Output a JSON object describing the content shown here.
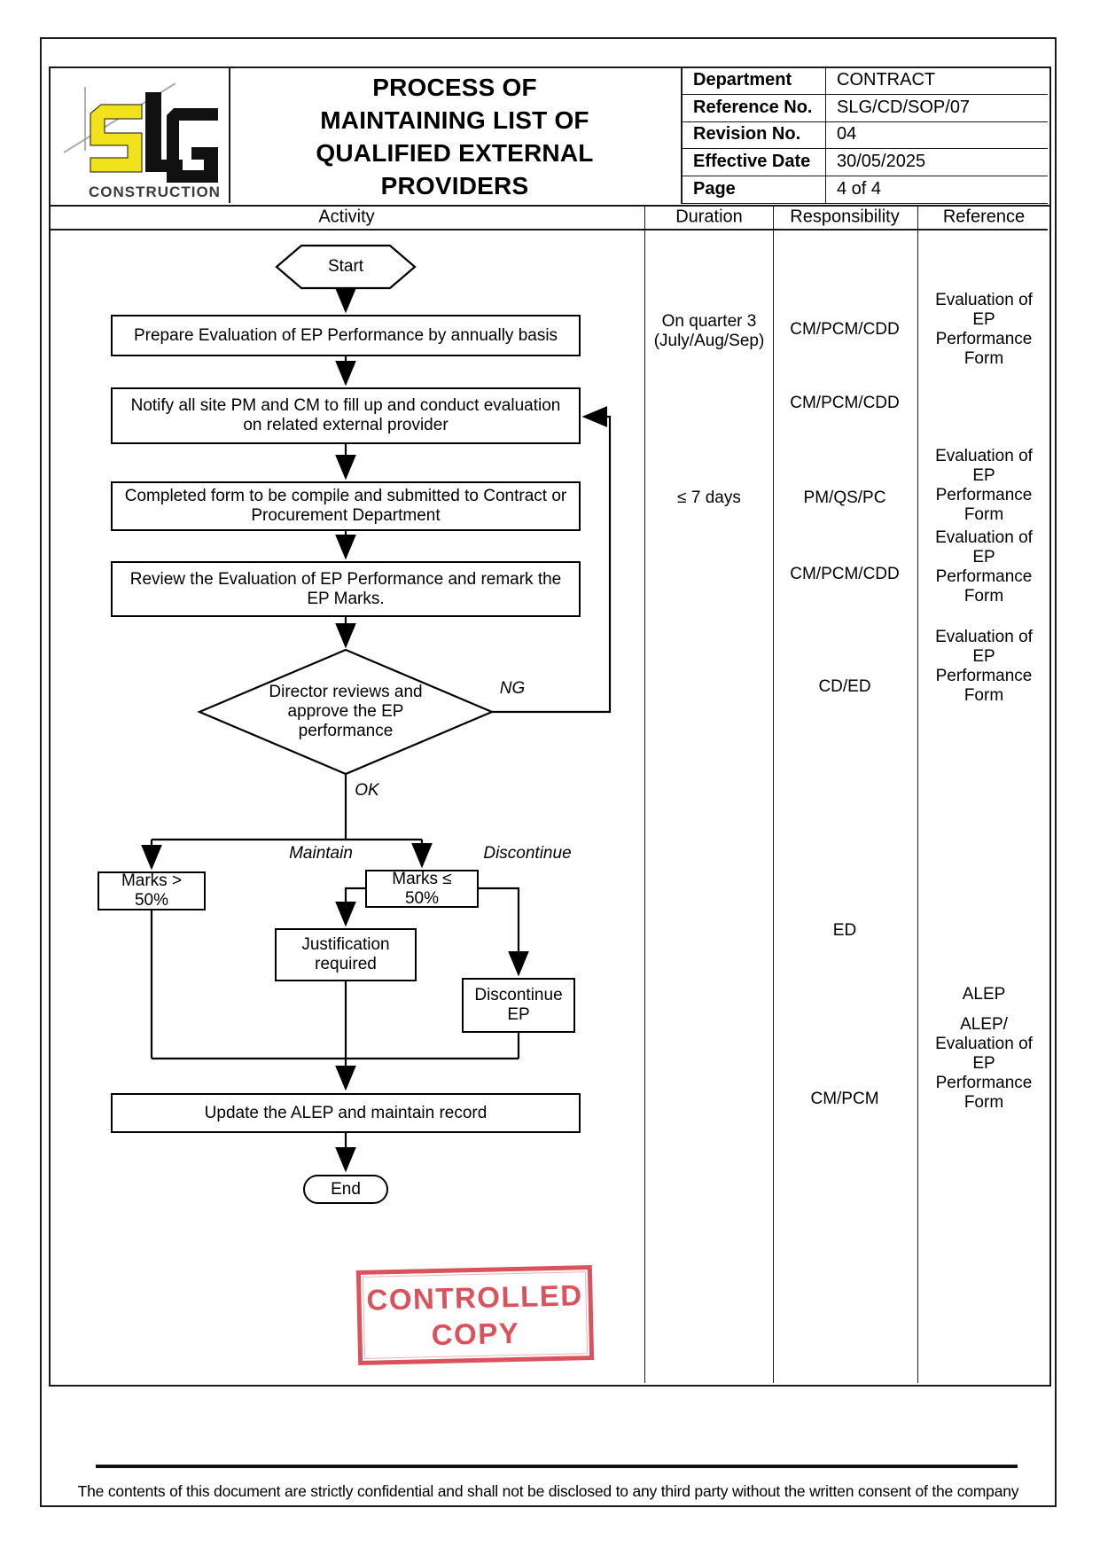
{
  "header": {
    "logo": {
      "brand": "CONSTRUCTION",
      "yellow": "#f1e21c",
      "black": "#111111"
    },
    "title": "PROCESS OF\nMAINTAINING LIST OF\nQUALIFIED EXTERNAL\nPROVIDERS",
    "info_rows": [
      {
        "label": "Department",
        "value": "CONTRACT"
      },
      {
        "label": "Reference No.",
        "value": "SLG/CD/SOP/07"
      },
      {
        "label": "Revision No.",
        "value": "04"
      },
      {
        "label": "Effective Date",
        "value": "30/05/2025"
      },
      {
        "label": "Page",
        "value": "4 of 4"
      }
    ]
  },
  "columns": {
    "activity": "Activity",
    "duration": "Duration",
    "responsibility": "Responsibility",
    "reference": "Reference"
  },
  "flow": {
    "start": "Start",
    "step1": "Prepare Evaluation of EP Performance by annually basis",
    "step2": "Notify all site PM and CM to fill up and conduct evaluation on related external provider",
    "step3": "Completed form to be compile and submitted to Contract or Procurement Department",
    "step4": "Review the Evaluation of EP Performance and remark the EP Marks.",
    "decision": "Director reviews and approve the EP performance",
    "ng": "NG",
    "ok": "OK",
    "maintain": "Maintain",
    "discontinue": "Discontinue",
    "marks_gt": "Marks > 50%",
    "marks_le": "Marks ≤ 50%",
    "justification": "Justification\nrequired",
    "discontinue_ep": "Discontinue\nEP",
    "update": "Update the ALEP and maintain record",
    "end": "End"
  },
  "duration_items": [
    {
      "text": "On quarter 3\n(July/Aug/Sep)"
    },
    {
      "text": "≤ 7 days"
    }
  ],
  "responsibility_items": [
    {
      "text": "CM/PCM/CDD"
    },
    {
      "text": "CM/PCM/CDD"
    },
    {
      "text": "PM/QS/PC"
    },
    {
      "text": "CM/PCM/CDD"
    },
    {
      "text": "CD/ED"
    },
    {
      "text": "ED"
    },
    {
      "text": "CM/PCM"
    }
  ],
  "reference_items": [
    {
      "text": "Evaluation of\nEP\nPerformance\nForm"
    },
    {
      "text": "Evaluation of\nEP\nPerformance\nForm"
    },
    {
      "text": "Evaluation of\nEP\nPerformance\nForm"
    },
    {
      "text": "Evaluation of\nEP\nPerformance\nForm"
    },
    {
      "text": "ALEP"
    },
    {
      "text": "ALEP/\nEvaluation of\nEP\nPerformance\nForm"
    }
  ],
  "stamp": {
    "line1": "CONTROLLED",
    "line2": "COPY",
    "color": "#d7454f"
  },
  "footer": {
    "note": "The contents of this document are strictly confidential and shall not be disclosed to any third party without the written consent of the company"
  }
}
